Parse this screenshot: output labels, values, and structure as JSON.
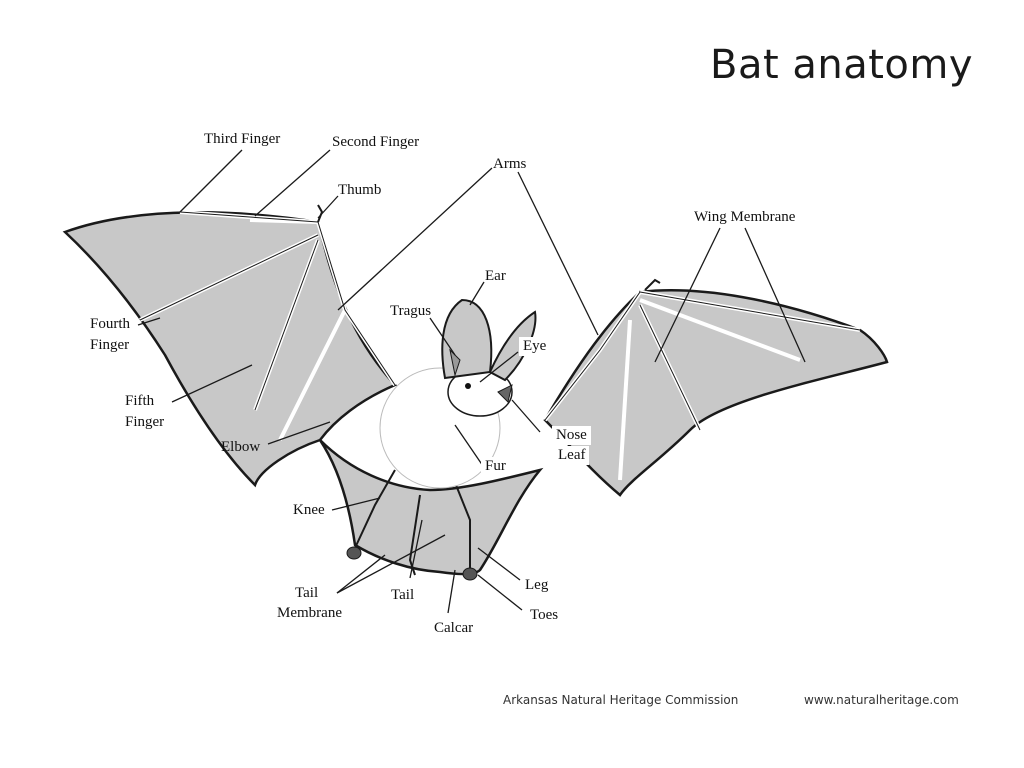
{
  "title": "Bat anatomy",
  "labels": {
    "third_finger": "Third Finger",
    "second_finger": "Second Finger",
    "thumb": "Thumb",
    "arms": "Arms",
    "wing_membrane": "Wing Membrane",
    "ear": "Ear",
    "tragus": "Tragus",
    "eye": "Eye",
    "fourth_finger_1": "Fourth",
    "fourth_finger_2": "Finger",
    "fifth_finger_1": "Fifth",
    "fifth_finger_2": "Finger",
    "elbow": "Elbow",
    "nose_leaf_1": "Nose",
    "nose_leaf_2": "Leaf",
    "fur": "Fur",
    "knee": "Knee",
    "tail_membrane_1": "Tail",
    "tail_membrane_2": "Membrane",
    "tail": "Tail",
    "calcar": "Calcar",
    "leg": "Leg",
    "toes": "Toes"
  },
  "footer": {
    "credit": "Arkansas Natural Heritage Commission",
    "website": "www.naturalheritage.com"
  },
  "colors": {
    "membrane": "#c8c8c8",
    "outline": "#1a1a1a",
    "fur": "#ffffff",
    "bone": "#ffffff"
  }
}
